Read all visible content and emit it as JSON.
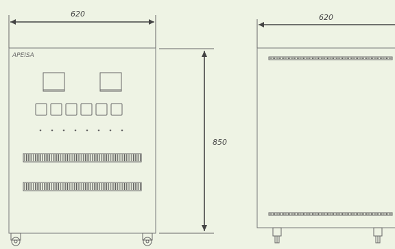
{
  "dimensions": {
    "front_width": "620",
    "side_width": "620",
    "height": "850"
  },
  "front_view": {
    "brand": "APEISA",
    "meter_count": 2,
    "button_count": 6,
    "indicator_count": 8,
    "vent_count": 2
  },
  "side_view": {
    "vent_count": 2
  },
  "colors": {
    "background": "#eef3e4",
    "line": "#666666",
    "dimension": "#444444"
  }
}
